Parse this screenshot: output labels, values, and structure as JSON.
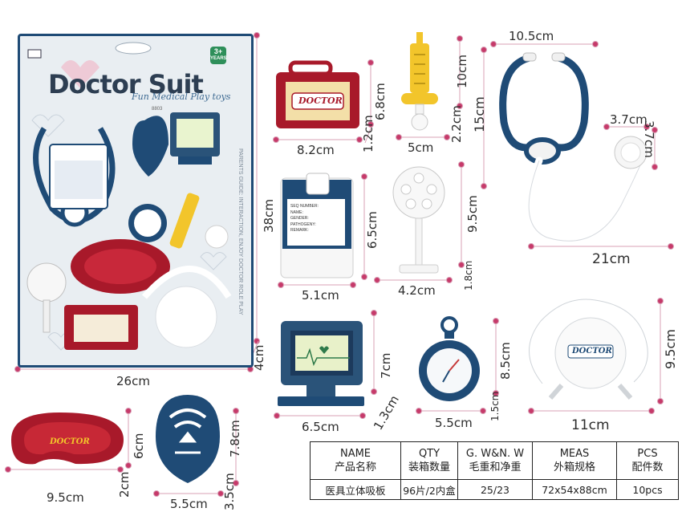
{
  "card": {
    "title": "Doctor Suit",
    "subtitle": "Fun Medical Play toys",
    "age_top": "3+",
    "age_bottom": "YEARS",
    "code": "8803",
    "side_text": "PARENTS GUIDE: INTERACTION, ENJOY DOCTOR ROLE PLAY",
    "width_label": "26cm",
    "height_label": "38cm",
    "depth_label": "4cm"
  },
  "items": {
    "case": {
      "brand": "DOCTOR",
      "w": "8.2cm",
      "h": "6.8cm",
      "d": "1.2cm"
    },
    "syringe": {
      "w": "5cm",
      "h": "10cm",
      "d": "2.2cm"
    },
    "stethoscope": {
      "w": "10.5cm",
      "h": "15cm",
      "len": "21cm",
      "chest_w": "3.7cm",
      "chest_h": "3.7cm"
    },
    "clipboard": {
      "w": "5.1cm",
      "h": "6.5cm",
      "fields": [
        "SEQ NUMBER:",
        "NAME:",
        "GENDER:",
        "PATHOGENY:",
        "REMARK:"
      ]
    },
    "mirror": {
      "w": "4.2cm",
      "h": "9.5cm",
      "d": "1.8cm"
    },
    "monitor": {
      "w": "6.5cm",
      "h": "7cm",
      "d": "1.3cm"
    },
    "watch": {
      "w": "5.5cm",
      "h": "8.5cm",
      "d": "1.5cm"
    },
    "earpiece": {
      "brand": "DOCTOR",
      "w": "11cm",
      "h": "9.5cm"
    },
    "tray": {
      "brand": "DOCTOR",
      "w": "9.5cm",
      "h": "6cm",
      "d": "2cm"
    },
    "mask": {
      "w": "5.5cm",
      "h": "7.8cm",
      "d": "3.5cm"
    }
  },
  "spec_table": {
    "headers": [
      {
        "en": "NAME",
        "cn": "产品名称"
      },
      {
        "en": "QTY",
        "cn": "装箱数量"
      },
      {
        "en": "G. W&N. W",
        "cn": "毛重和净重"
      },
      {
        "en": "MEAS",
        "cn": "外箱规格"
      },
      {
        "en": "PCS",
        "cn": "配件数"
      }
    ],
    "row": [
      "医具立体吸板",
      "96片/2内盒",
      "25/23",
      "72x54x88cm",
      "10pcs"
    ]
  },
  "colors": {
    "navy": "#1f4b76",
    "red": "#a8192a",
    "yellow": "#f2c52b",
    "dim_pink": "#c63a6a"
  }
}
